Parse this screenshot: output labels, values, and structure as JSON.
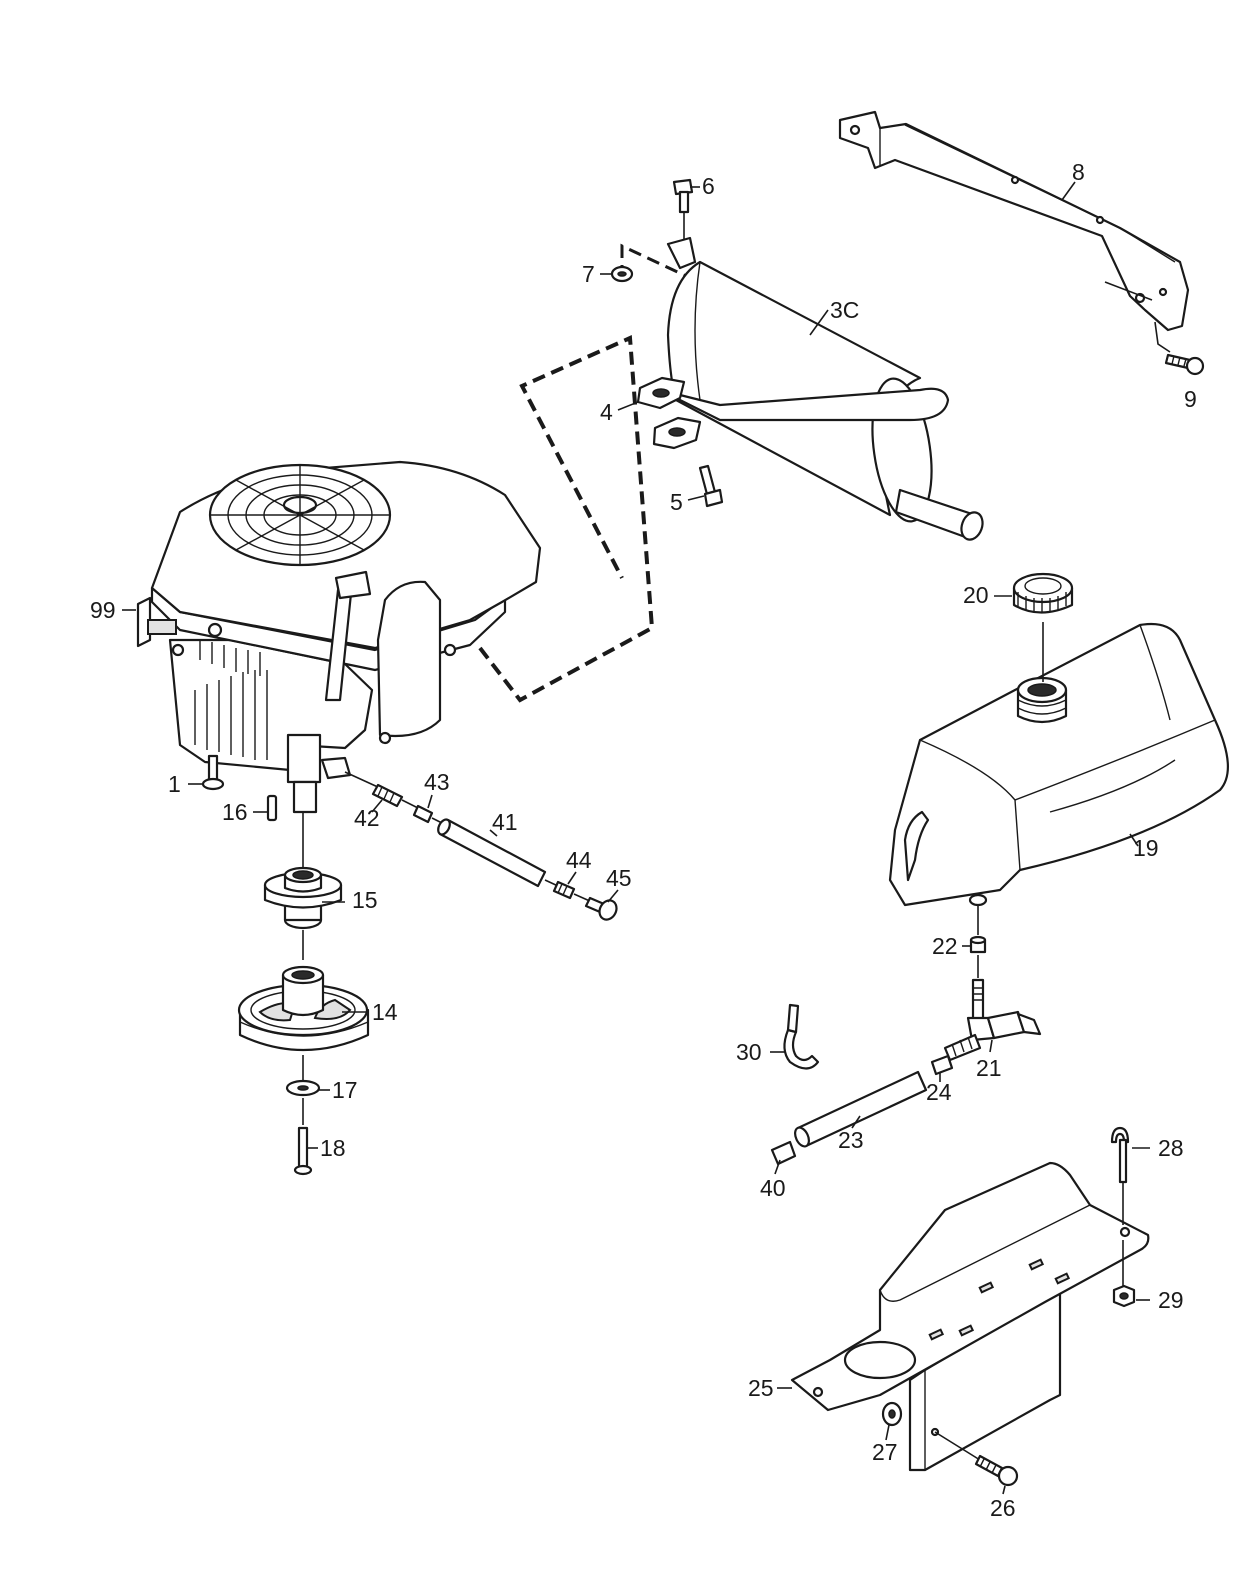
{
  "callouts": {
    "p1": "1",
    "p3c": "3C",
    "p4": "4",
    "p5": "5",
    "p6": "6",
    "p7": "7",
    "p8": "8",
    "p9": "9",
    "p14": "14",
    "p15": "15",
    "p16": "16",
    "p17": "17",
    "p18": "18",
    "p19": "19",
    "p20": "20",
    "p21": "21",
    "p22": "22",
    "p23": "23",
    "p24": "24",
    "p25": "25",
    "p26": "26",
    "p27": "27",
    "p28": "28",
    "p29": "29",
    "p30": "30",
    "p40": "40",
    "p41": "41",
    "p42": "42",
    "p43": "43",
    "p44": "44",
    "p45": "45",
    "p99": "99"
  }
}
